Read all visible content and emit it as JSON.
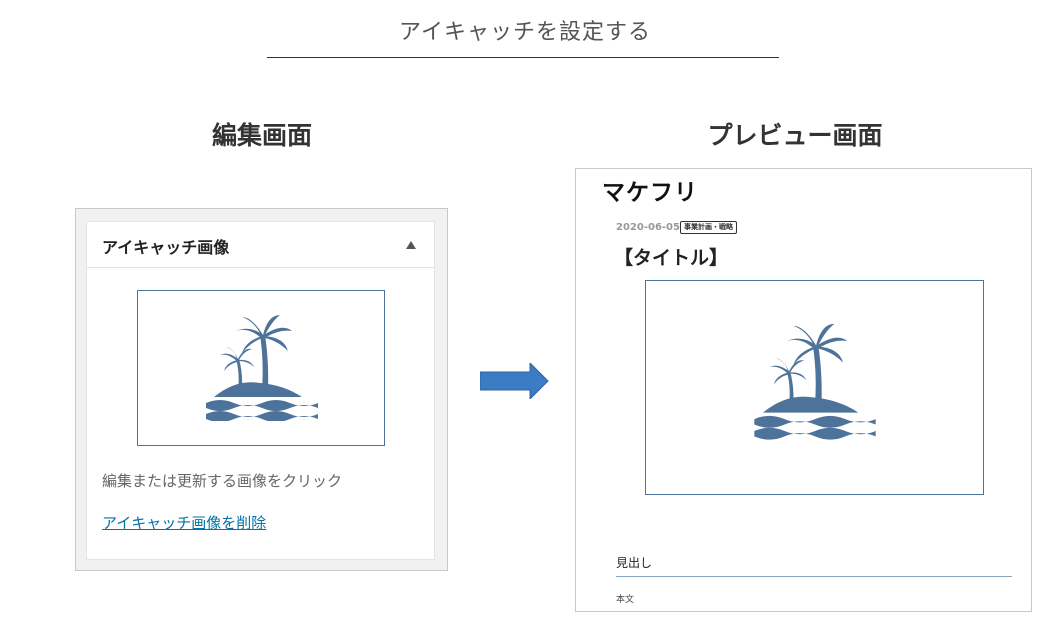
{
  "header": {
    "title": "アイキャッチを設定する"
  },
  "sections": {
    "edit_label": "編集画面",
    "preview_label": "プレビュー画面"
  },
  "edit_panel": {
    "box_title": "アイキャッチ画像",
    "image_icon": "palm-island-icon",
    "help_text": "編集または更新する画像をクリック",
    "remove_link": "アイキャッチ画像を削除"
  },
  "arrow": {
    "icon": "right-arrow-icon",
    "color": "#3b7cc4"
  },
  "preview": {
    "site_logo": "マケフリ",
    "post_date": "2020-06-05",
    "category": "事業計画・戦略",
    "post_title": "【タイトル】",
    "image_icon": "palm-island-icon",
    "heading": "見出し",
    "body": "本文"
  },
  "colors": {
    "icon": "#4e739a",
    "link": "#0073aa"
  }
}
